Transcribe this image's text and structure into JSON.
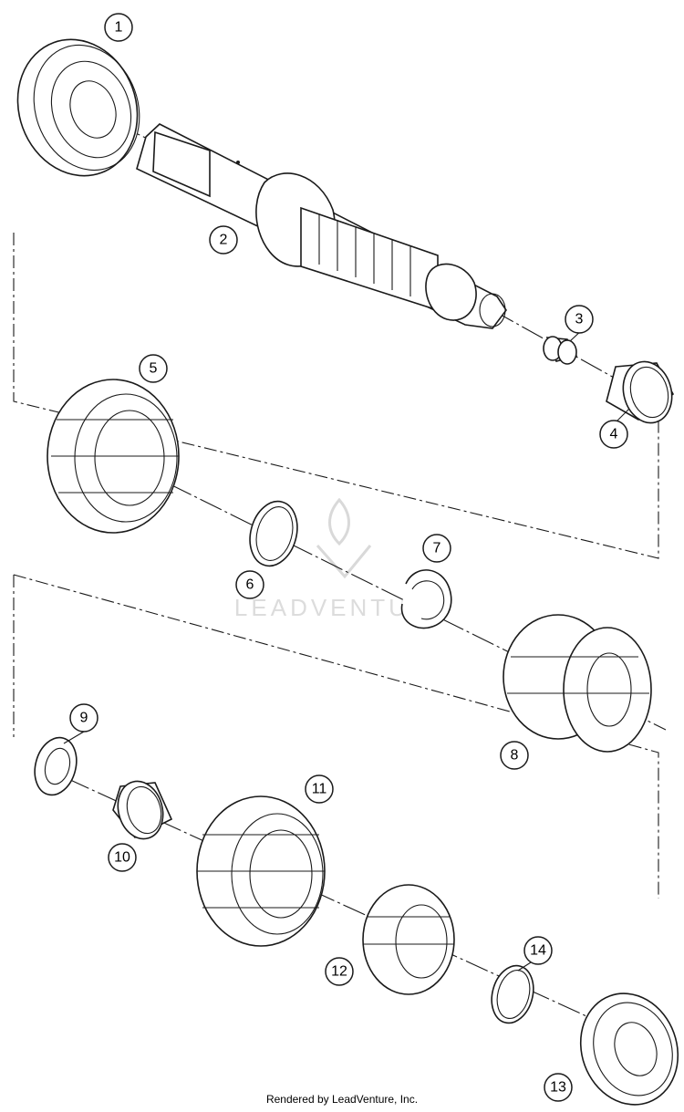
{
  "diagram": {
    "callouts": [
      "1",
      "2",
      "3",
      "4",
      "5",
      "6",
      "7",
      "8",
      "9",
      "10",
      "11",
      "12",
      "13",
      "14"
    ],
    "watermark": {
      "text": "LEADVENTURE"
    },
    "footer": "Rendered by LeadVenture, Inc."
  }
}
